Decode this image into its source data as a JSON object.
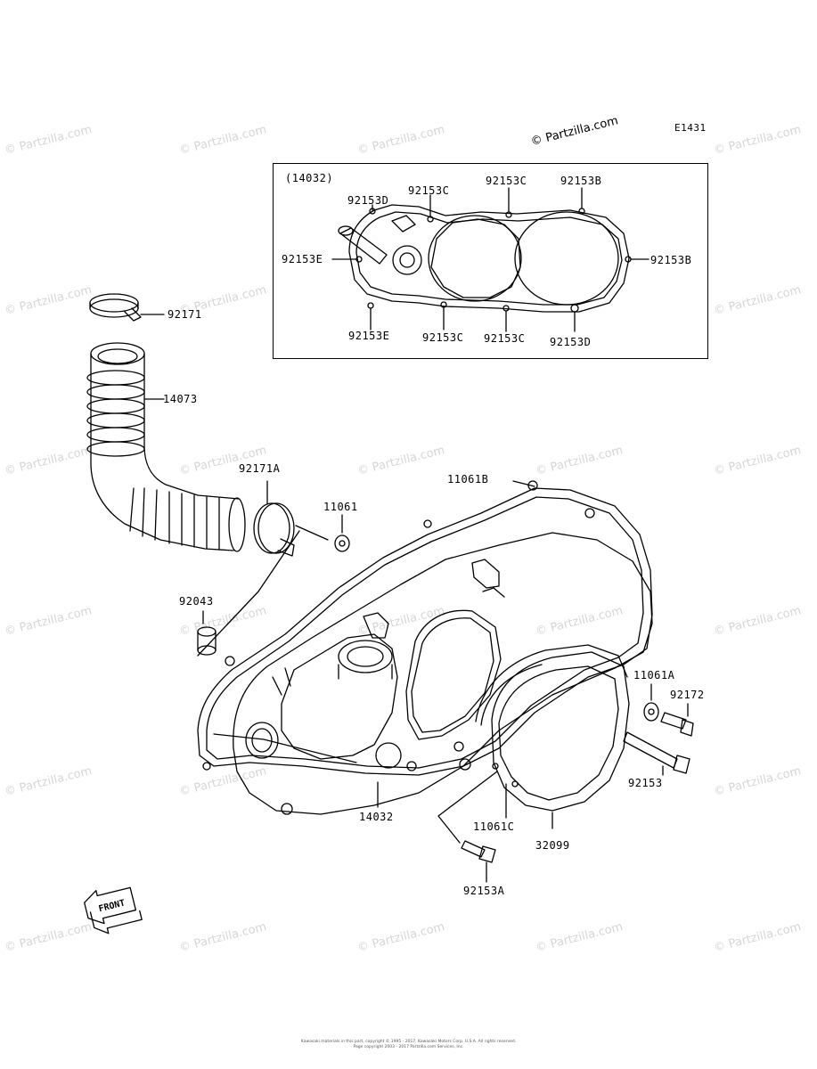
{
  "diagram_code": "E1431",
  "brand_mark": "© Partzilla.com",
  "inset_title": "(14032)",
  "inset_labels": {
    "d_top": "92153D",
    "c_top_left": "92153C",
    "c_top_right": "92153C",
    "b_top": "92153B",
    "e_left": "92153E",
    "b_right": "92153B",
    "e_bottom": "92153E",
    "c_bottom_left": "92153C",
    "c_bottom_right": "92153C",
    "d_bottom": "92153D"
  },
  "part_labels": {
    "clamp": "92171",
    "hose": "14073",
    "clamp_a": "92171A",
    "gasket": "11061",
    "cover": "11061B",
    "dowel": "92043",
    "gasket_a": "11061A",
    "bolt_92172": "92172",
    "bolt_92153": "92153",
    "crankcase_cover": "14032",
    "gasket_c": "11061C",
    "cap": "32099",
    "bolt_a": "92153A"
  },
  "front_label": "FRONT",
  "watermark_text": "© Partzilla.com",
  "footer_lines": [
    "Kawasaki materials in this part, copyright © 1995 - 2017, Kawasaki Motors Corp. U.S.A. All rights reserved.",
    "Page copyright 2003 - 2017 Partzilla.com Services, Inc."
  ]
}
